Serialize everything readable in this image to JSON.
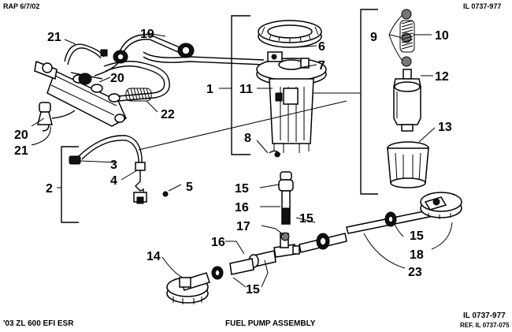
{
  "header": {
    "left_code": "RAP 6/7/02",
    "right_code": "IL 0737-977"
  },
  "footer": {
    "model": "'03 ZL 600 EFI ESR",
    "title": "FUEL PUMP ASSEMBLY",
    "right_code": "IL 0737-977",
    "ref": "REF. IL 0737-075"
  },
  "callouts": {
    "c1": "1",
    "c2": "2",
    "c3": "3",
    "c4": "4",
    "c5": "5",
    "c6": "6",
    "c7": "7",
    "c8": "8",
    "c9": "9",
    "c10": "10",
    "c11": "11",
    "c12": "12",
    "c13": "13",
    "c14": "14",
    "c15a": "15",
    "c15b": "15",
    "c15c": "15",
    "c15d": "15",
    "c16a": "16",
    "c16b": "16",
    "c17": "17",
    "c18": "18",
    "c19": "19",
    "c20a": "20",
    "c20b": "20",
    "c21a": "21",
    "c21b": "21",
    "c22": "22",
    "c23": "23"
  }
}
